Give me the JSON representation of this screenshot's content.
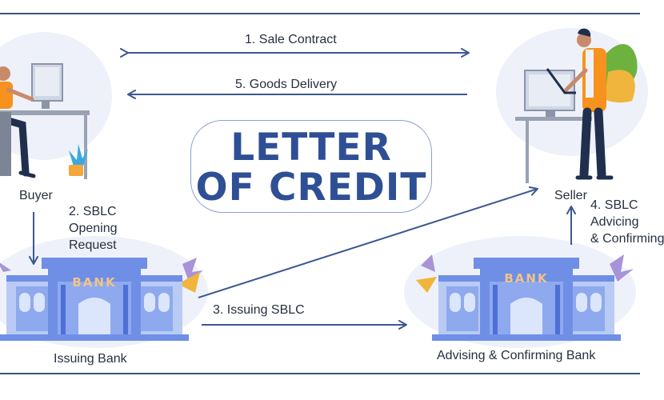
{
  "title": {
    "line1": "LETTER",
    "line2": "OF CREDIT"
  },
  "parties": {
    "buyer": "Buyer",
    "seller": "Seller",
    "issuing_bank": "Issuing Bank",
    "advising_bank": "Advising & Confirming Bank"
  },
  "bank_sign": {
    "left": "BANK",
    "right": "BANK"
  },
  "steps": {
    "step1": "1. Sale Contract",
    "step2": "2. SBLC\nOpening\nRequest",
    "step3": "3. Issuing SBLC",
    "step4": "4. SBLC\nAdvicing\n& Confirming",
    "step5": "5. Goods Delivery"
  },
  "colors": {
    "arrow": "#3e5791",
    "title": "#2f4f95",
    "bank_body": "#6f8fe6",
    "bank_light": "#b9cbf5",
    "person_orange": "#f7921e",
    "person_navy": "#1f2f4d",
    "blob": "#eef1fa"
  }
}
